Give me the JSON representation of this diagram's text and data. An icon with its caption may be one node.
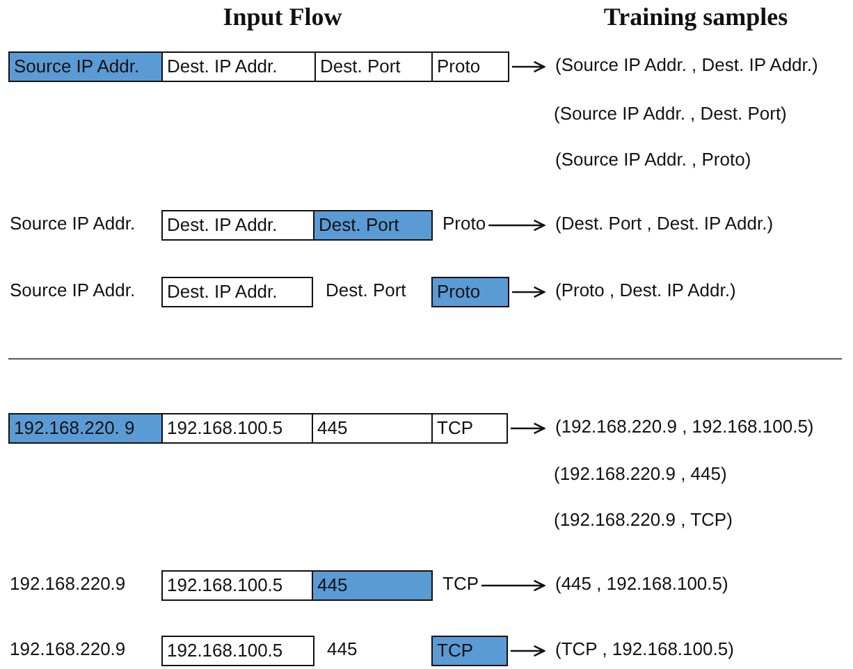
{
  "diagram": {
    "nodes": [
      {
        "text": [
          "Source IP Addr."
        ]
      },
      {
        "text": [
          "Dest. IP Addr."
        ]
      },
      {
        "text": [
          "Dest. Port"
        ]
      },
      {
        "text": [
          "Proto"
        ]
      },
      {
        "text": [
          "(Source IP Addr. , Dest. IP Addr.)"
        ]
      },
      {
        "text": [
          "Source IP Addr."
        ]
      },
      {
        "text": [
          "Dest. IP Addr."
        ]
      },
      {
        "text": [
          "Dest. Port"
        ]
      },
      {
        "text": [
          "Proto"
        ]
      },
      {
        "text": [
          "(Dest. Port , Dest. IP Addr.)"
        ]
      },
      {
        "text": [
          "Source IP Addr."
        ]
      },
      {
        "text": [
          "Dest. IP Addr."
        ]
      },
      {
        "text": [
          "Dest. Port"
        ]
      },
      {
        "text": [
          "Proto"
        ]
      },
      {
        "text": [
          "(Proto , Dest. IP Addr.)"
        ]
      },
      {
        "text": [
          "192.168.220. 9"
        ]
      },
      {
        "text": [
          "192.168.100.5"
        ]
      },
      {
        "text": [
          "445"
        ]
      },
      {
        "text": [
          "TCP"
        ]
      },
      {
        "text": [
          "(192.168.220.9 , 192.168.100.5)"
        ]
      },
      {
        "text": [
          "192.168.220.9"
        ]
      },
      {
        "text": [
          "192.168.100.5"
        ]
      },
      {
        "text": [
          "445"
        ]
      },
      {
        "text": [
          "TCP"
        ]
      },
      {
        "text": [
          "(445 , 192.168.100.5)"
        ]
      },
      {
        "text": [
          "192.168.220.9"
        ]
      },
      {
        "text": [
          "192.168.100.5"
        ]
      },
      {
        "text": [
          "445"
        ]
      },
      {
        "text": [
          "TCP"
        ]
      },
      {
        "text": [
          "(TCP , 192.168.100.5)"
        ]
      }
    ],
    "edges": [
      {
        "from": 3,
        "to": 4,
        "arrow": "to"
      },
      {
        "from": 8,
        "to": 9,
        "arrow": "to"
      },
      {
        "from": 13,
        "to": 14,
        "arrow": "to"
      },
      {
        "from": 18,
        "to": 19,
        "arrow": "to"
      },
      {
        "from": 23,
        "to": 24,
        "arrow": "to"
      },
      {
        "from": 28,
        "to": 29,
        "arrow": "to"
      }
    ],
    "labels": [
      "Input Flow",
      "Training samples",
      "(Source IP Addr. , Dest. Port)",
      "(Source IP Addr. , Proto)",
      "(192.168.220.9 , 445)",
      "(192.168.220.9 , TCP)"
    ]
  }
}
